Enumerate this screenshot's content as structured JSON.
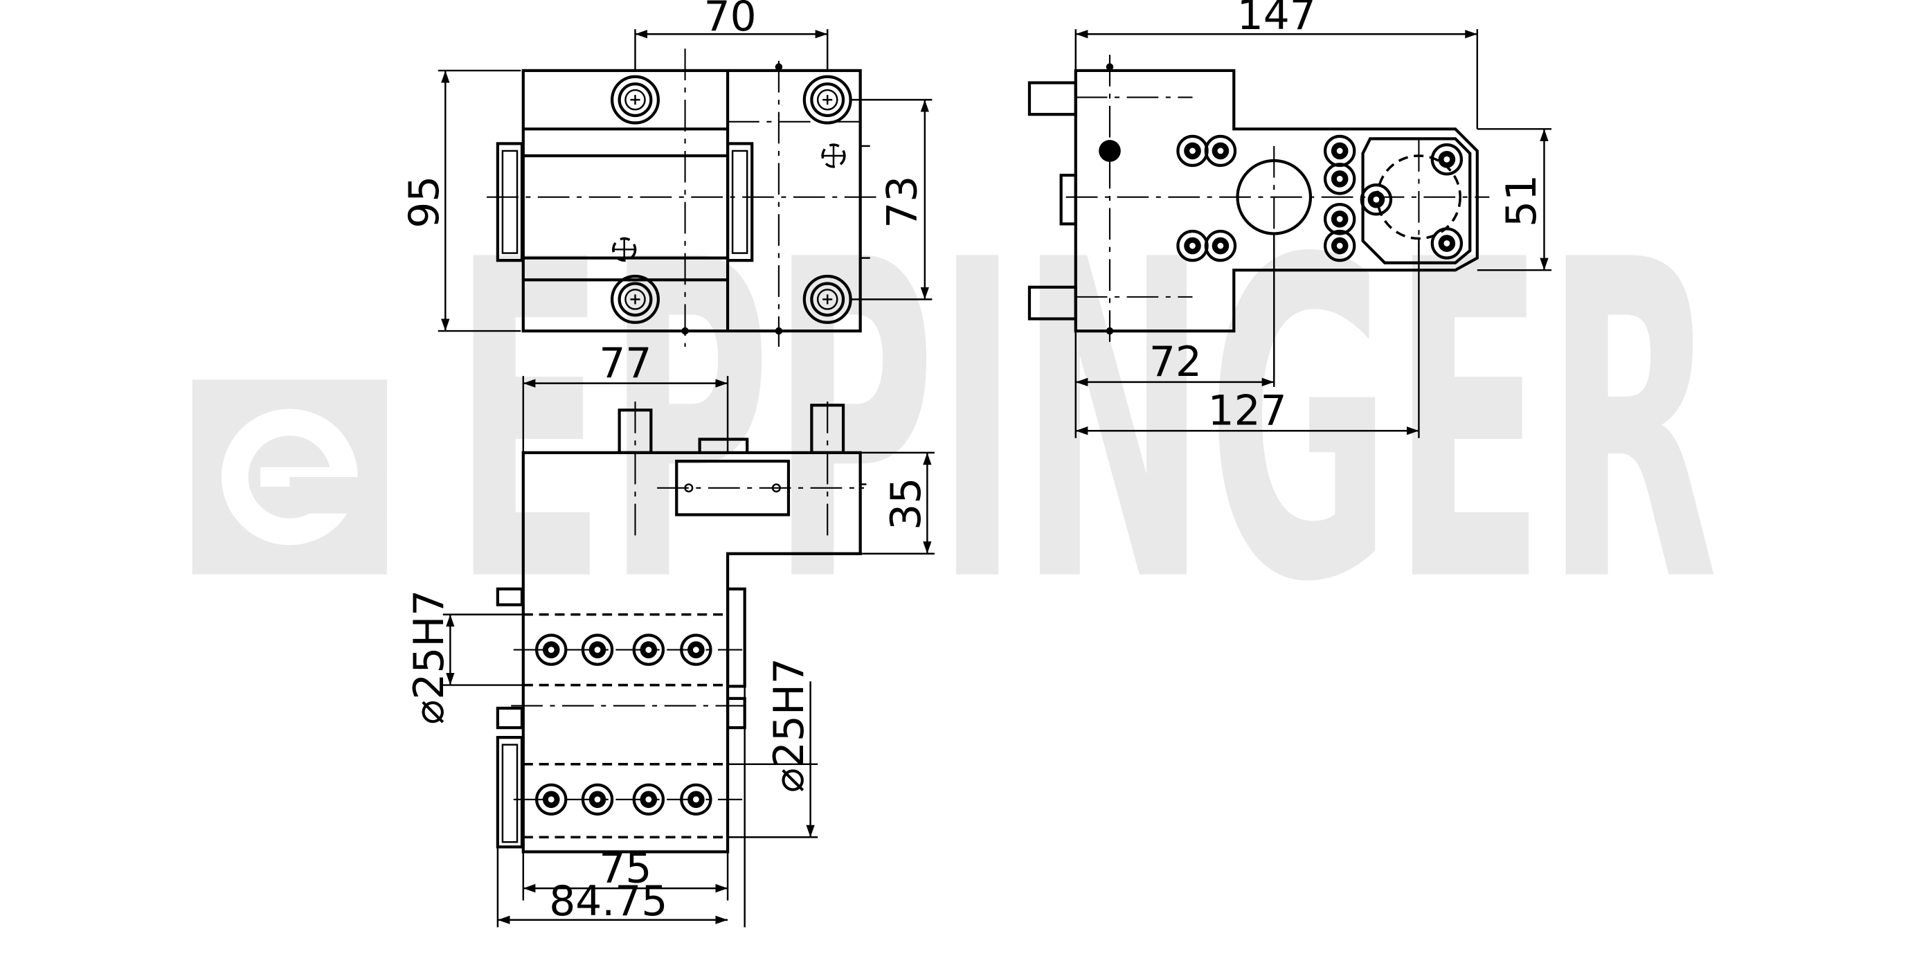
{
  "watermark": {
    "text": "EPPINGER"
  },
  "dimensions": {
    "top_view": {
      "width": "70",
      "height": "95",
      "bolt_height": "73"
    },
    "side_view": {
      "width": "147",
      "height": "51",
      "center_offset": "72",
      "total_offset": "127"
    },
    "front_view": {
      "width_top": "77",
      "step_height": "35",
      "bore_upper": "⌀25H7",
      "bore_lower": "⌀25H7",
      "width_bottom": "75",
      "width_overall": "84.75"
    }
  }
}
